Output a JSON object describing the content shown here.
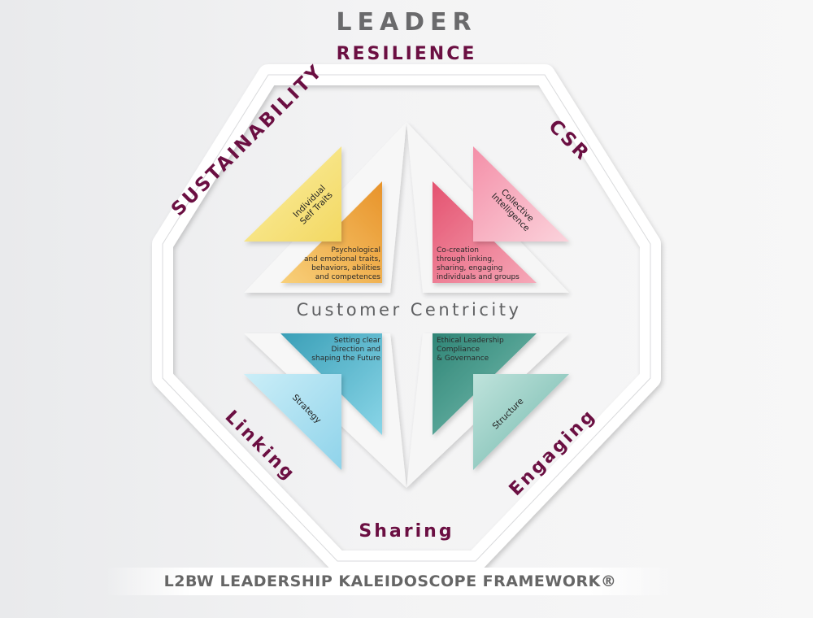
{
  "top": {
    "leader": "LEADER",
    "resilience": "RESILIENCE"
  },
  "sides": {
    "sustainability": "SUSTAINABILITY",
    "csr": "CSR",
    "linking": "Linking",
    "engaging": "Engaging",
    "sharing": "Sharing"
  },
  "center": "Customer Centricity",
  "quadrants": {
    "top_left": {
      "title_line1": "Individual",
      "title_line2": "Self Traits",
      "desc": [
        "Psychological",
        "and emotional traits,",
        "behaviors, abilities",
        "and competences"
      ]
    },
    "top_right": {
      "title_line1": "Collective",
      "title_line2": "Intelligence",
      "desc": [
        "Co-creation",
        "through linking,",
        "sharing, engaging",
        "individuals and groups"
      ]
    },
    "bottom_left": {
      "title": "Strategy",
      "desc": [
        "Setting clear",
        "Direction and",
        "shaping the Future"
      ]
    },
    "bottom_right": {
      "title": "Structure",
      "desc": [
        "Ethical Leadership",
        "Compliance",
        "& Governance"
      ]
    }
  },
  "footer": "L2BW LEADERSHIP KALEIDOSCOPE FRAMEWORK®",
  "colors": {
    "maroon": "#6b0f42",
    "yellow": "#f6e27a",
    "orange": "#f0a83a",
    "pink": "#f7a9bd",
    "red": "#ea6c84",
    "light_blue": "#aee2f2",
    "teal_blue": "#4bb3c9",
    "light_teal": "#9fd2ca",
    "dark_teal": "#3f9a8a"
  }
}
